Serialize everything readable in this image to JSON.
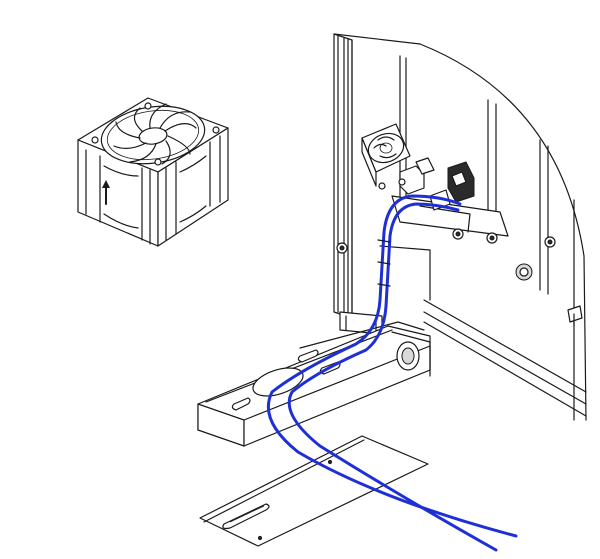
{
  "illustration": {
    "colors": {
      "line": "#1a1a1a",
      "cable": "#1f2fd6",
      "background": "#ffffff",
      "shade": "#d9d9d9"
    },
    "parts": [
      "fan-detail",
      "cabinet-frame",
      "mounted-fan",
      "connector-block",
      "base-foot",
      "cover-plate",
      "cables"
    ],
    "fan_detail": {
      "airflow_arrow": "up"
    }
  }
}
